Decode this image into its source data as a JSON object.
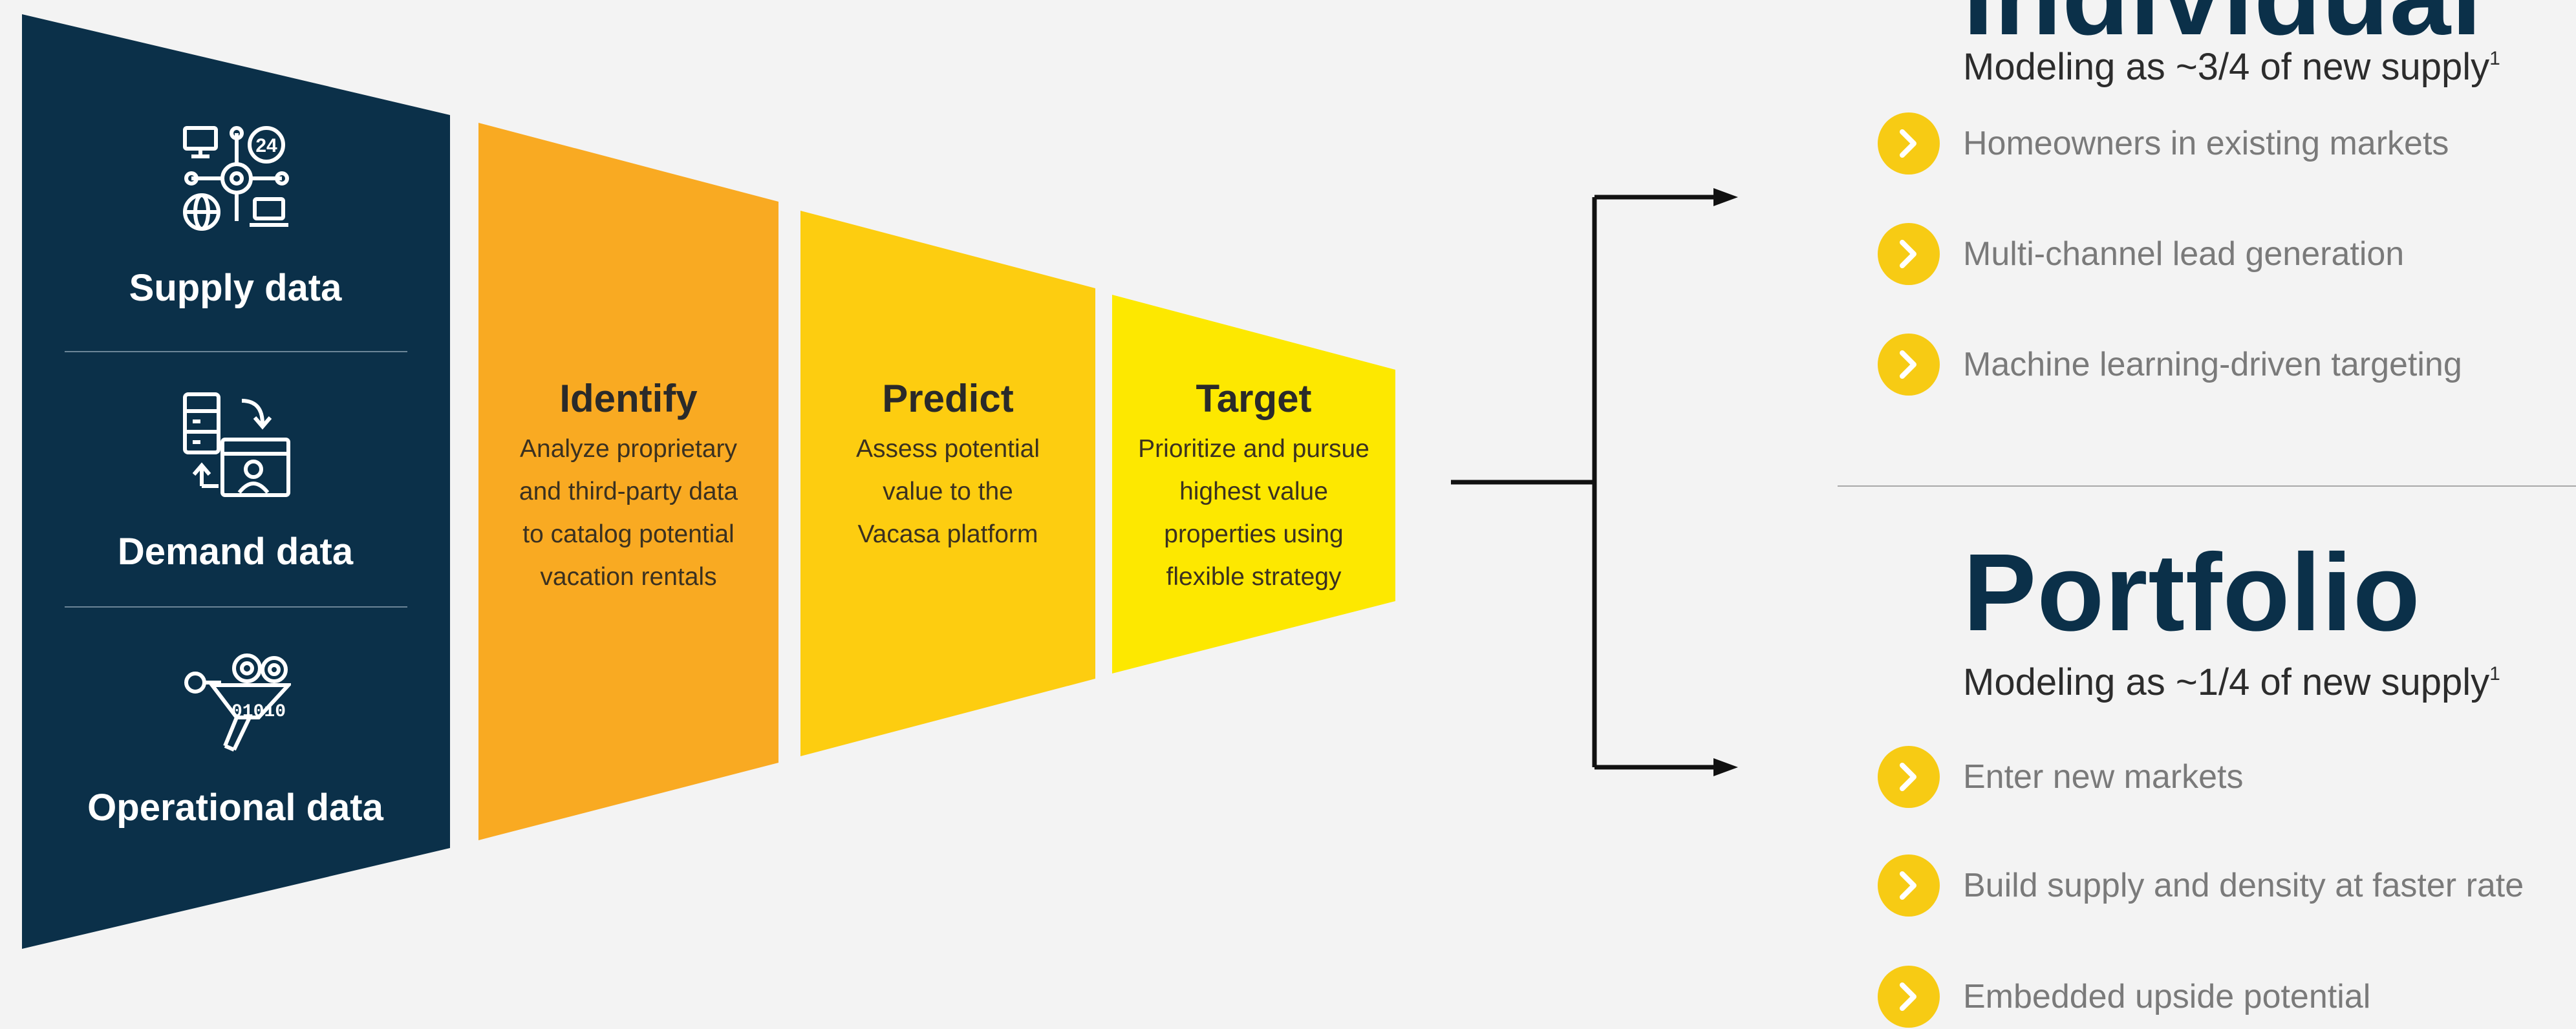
{
  "colors": {
    "background": "#f3f3f3",
    "navy": "#0b3049",
    "identify": "#f9aa22",
    "predict": "#fdcd10",
    "target": "#fde800",
    "bullet": "#f7cb14",
    "bullet_text": "#7a7a7a"
  },
  "data_sources": [
    {
      "label": "Supply data",
      "icon": "supply-network-icon"
    },
    {
      "label": "Demand data",
      "icon": "demand-exchange-icon"
    },
    {
      "label": "Operational data",
      "icon": "operations-funnel-icon"
    }
  ],
  "stages": [
    {
      "title": "Identify",
      "lines": [
        "Analyze proprietary",
        "and third-party data",
        "to catalog potential",
        "vacation rentals"
      ]
    },
    {
      "title": "Predict",
      "lines": [
        "Assess potential",
        "value to the",
        "Vacasa platform"
      ]
    },
    {
      "title": "Target",
      "lines": [
        "Prioritize and pursue",
        "highest value",
        "properties using",
        "flexible strategy"
      ]
    }
  ],
  "individual": {
    "heading": "Individual",
    "subtitle": "Modeling as ~3/4 of new supply",
    "footnote": "1",
    "bullets": [
      "Homeowners in existing markets",
      "Multi-channel lead generation",
      "Machine learning-driven targeting"
    ]
  },
  "portfolio": {
    "heading": "Portfolio",
    "subtitle": "Modeling as ~1/4 of new supply",
    "footnote": "1",
    "bullets": [
      "Enter new markets",
      "Build supply and density at faster rate",
      "Embedded upside potential"
    ]
  }
}
